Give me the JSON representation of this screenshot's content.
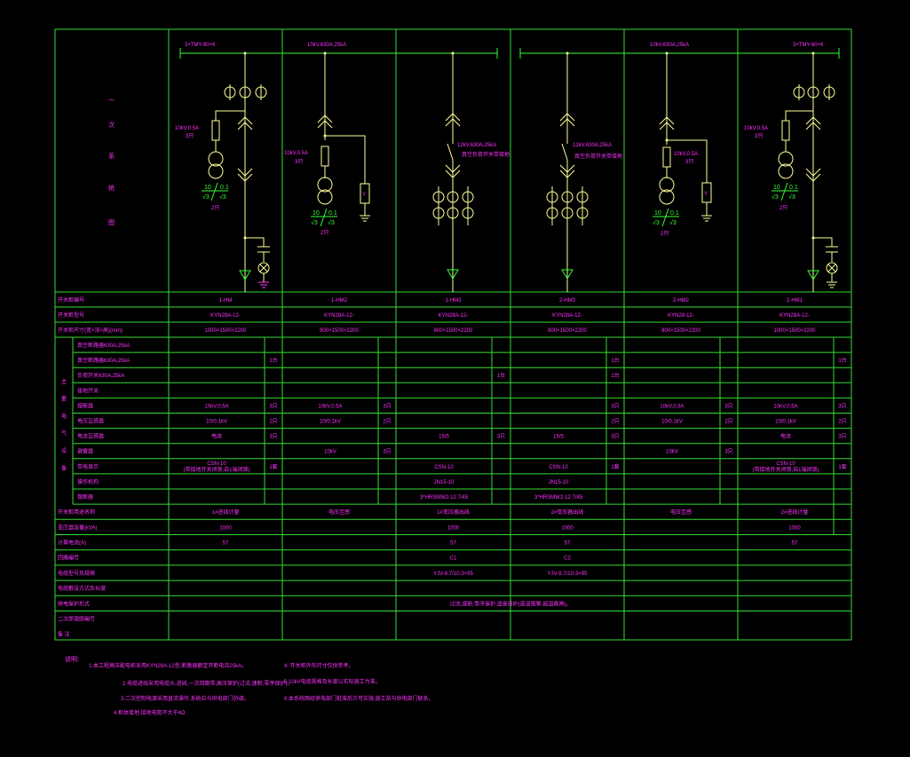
{
  "diagram": {
    "left_vertical_title": [
      "一",
      "次",
      "系",
      "统",
      "图"
    ],
    "bus_labels": {
      "c1": "3×TMY-60×6",
      "c2": "10kV,630A,25kA",
      "c5": "10kV,630A,25kA",
      "c6": "3×TMY-60×6"
    },
    "symbol_labels": {
      "c1_fuse": "10kV,0.5A",
      "c1_fuse_qty": "3只",
      "c1_pt_qty": "2只",
      "c2_fuse": "10kV,0.5A",
      "c2_fuse_qty": "3只",
      "c2_pt_qty": "2只",
      "c3_switch": "12kV,630A,25kA",
      "c3_switch_desc": "真空负荷开关带接地",
      "c4_switch": "12kV,630A,25kA",
      "c4_switch_desc": "真空负荷开关带接地",
      "c5_fuse": "10kV,0.5A",
      "c5_fuse_qty": "3只",
      "c5_pt_qty": "2只",
      "c6_fuse": "10kV,0.5A",
      "c6_fuse_qty": "3只",
      "c6_pt_qty": "2只",
      "pt_ratio_num": "10",
      "pt_ratio_num2": "0.1",
      "pt_ratio_den": "√3",
      "resistor": "Y"
    }
  },
  "table": {
    "header_rows": [
      {
        "label": "开关柜编号",
        "values": [
          "1-HM",
          "1-HM2",
          "1-HM3",
          "2-HM3",
          "2-HM2",
          "2-HM1"
        ]
      },
      {
        "label": "开关柜型号",
        "values": [
          "KYN28A-12-",
          "KYN28A-12-",
          "KYN28A-12-",
          "KYN28A-12-",
          "KYN28-12-",
          "KYN28A-12-"
        ]
      },
      {
        "label": "开关柜尺寸(宽×深×高)(mm)",
        "values": [
          "1000×1500×2200",
          "800×1500×2200",
          "800×1500×2200",
          "800×1500×2200",
          "800×1500×2200",
          "1000×1500×2200"
        ]
      }
    ],
    "equipment_group_label": [
      "主",
      "要",
      "电",
      "气",
      "设",
      "备"
    ],
    "equipment_rows": [
      {
        "label": "真空断路器630A,25kA",
        "cells": [
          [
            "",
            ""
          ],
          [
            "",
            ""
          ],
          [
            "",
            ""
          ],
          [
            "",
            ""
          ],
          [
            "",
            ""
          ],
          [
            "",
            ""
          ]
        ]
      },
      {
        "label": "真空断路器630A,25kA",
        "cells": [
          [
            "",
            "1台"
          ],
          [
            "",
            ""
          ],
          [
            "",
            ""
          ],
          [
            "",
            "1台"
          ],
          [
            "",
            ""
          ],
          [
            "",
            "1台"
          ]
        ]
      },
      {
        "label": "负荷开关630A,25kA",
        "cells": [
          [
            "",
            ""
          ],
          [
            "",
            ""
          ],
          [
            "",
            "1台"
          ],
          [
            "",
            "1台"
          ],
          [
            "",
            ""
          ],
          [
            "",
            ""
          ]
        ]
      },
      {
        "label": "接地开关",
        "cells": [
          [
            "",
            ""
          ],
          [
            "",
            ""
          ],
          [
            "",
            ""
          ],
          [
            "",
            ""
          ],
          [
            "",
            ""
          ],
          [
            "",
            ""
          ]
        ]
      },
      {
        "label": "熔断器",
        "cells": [
          [
            "10kV,0.5A",
            "3只"
          ],
          [
            "10kV,0.5A",
            "3只"
          ],
          [
            "",
            ""
          ],
          [
            "",
            "3只"
          ],
          [
            "10kV,0.5A",
            "3只"
          ],
          [
            "10kV,0.5A",
            "3只"
          ]
        ]
      },
      {
        "label": "电压互感器",
        "cells": [
          [
            "10/0.1kV",
            "2只"
          ],
          [
            "10/0.1kV",
            "2只"
          ],
          [
            "",
            ""
          ],
          [
            "",
            "2只"
          ],
          [
            "10/0.1kV",
            "2只"
          ],
          [
            "10/0.1kV",
            "2只"
          ]
        ]
      },
      {
        "label": "电流互感器",
        "cells": [
          [
            "电流",
            "3只"
          ],
          [
            "",
            ""
          ],
          [
            "15/5",
            "3只"
          ],
          [
            "15/5",
            "3只"
          ],
          [
            "",
            ""
          ],
          [
            "电流",
            "3只"
          ]
        ]
      },
      {
        "label": "避雷器",
        "cells": [
          [
            "",
            ""
          ],
          [
            "10kV",
            "3只"
          ],
          [
            "",
            ""
          ],
          [
            "",
            ""
          ],
          [
            "10kV",
            "3只"
          ],
          [
            "",
            ""
          ]
        ]
      },
      {
        "label": "带电显示",
        "cells": [
          [
            "CSN-10\n(带接地开关闭锁,自1端闭锁)",
            "1套"
          ],
          [
            "",
            ""
          ],
          [
            "CSN-10",
            ""
          ],
          [
            "CSN-10",
            "1套"
          ],
          [
            "",
            ""
          ],
          [
            "CSN-10\n(带接地开关闭锁,自1端闭锁)",
            "1套"
          ]
        ]
      },
      {
        "label": "操作机构",
        "cells": [
          [
            "",
            ""
          ],
          [
            "",
            ""
          ],
          [
            "JN15-10",
            ""
          ],
          [
            "JN15-10",
            ""
          ],
          [
            "",
            ""
          ],
          [
            "",
            ""
          ]
        ]
      },
      {
        "label": "熔断器",
        "cells": [
          [
            "",
            ""
          ],
          [
            "",
            ""
          ],
          [
            "3*HRSMW2-12 7/45",
            ""
          ],
          [
            "3*HRSMW2-12 7/45",
            ""
          ],
          [
            "",
            ""
          ],
          [
            "",
            ""
          ]
        ]
      }
    ],
    "footer_rows": [
      {
        "label": "开关柜用途名称",
        "values": [
          "1#进线计量",
          "电压互感",
          "1#变压器出线",
          "2#变压器出线",
          "电压互感",
          "2#进线计量"
        ]
      },
      {
        "label": "变压器容量(kVA)",
        "values": [
          "1000",
          "",
          "1000",
          "1000",
          "",
          "1000"
        ]
      },
      {
        "label": "计算电流(A)",
        "values": [
          "57",
          "",
          "57",
          "57",
          "",
          "57"
        ]
      },
      {
        "label": "回路编号",
        "values": [
          "",
          "",
          "C1",
          "C2",
          "",
          ""
        ]
      },
      {
        "label": "电缆型号及规格",
        "values": [
          "",
          "",
          "YJV-8.7/10-3×95",
          "YJV-8.7/10-3×95",
          "",
          ""
        ]
      },
      {
        "label": "电缆敷设方式及长度",
        "values": [
          "",
          "",
          "",
          "",
          "",
          ""
        ]
      },
      {
        "label": "继电保护形式",
        "span_text": "过流,速断,零序保护,温度保护(高温报警,超温跳闸)。"
      },
      {
        "label": "二次原理图编号",
        "values": [
          "",
          "",
          "",
          "",
          "",
          ""
        ]
      },
      {
        "label": "备 注",
        "values": [
          "",
          "",
          "",
          "",
          "",
          ""
        ]
      }
    ]
  },
  "notes": {
    "title": "说明:",
    "left": [
      "1.本工程高压配电柜采用KYN28A-12型,断路器额定开断电流25kA。",
      "2.电缆进线采用电缆头,进线,一次回路带,高压保护(过流,速断,零序保护)。",
      "3.二次控制电源采用直流操作,系统应与供电部门协调。",
      "4.柜体接地,接地电阻不大于4Ω"
    ],
    "right": [
      "4.  开关柜外形尺寸仅供参考。",
      "5.10kV电缆规格及长度以实际施工为准。",
      "6.本系统图经供电部门批准后方可实施,施工前与供电部门联系。"
    ]
  }
}
